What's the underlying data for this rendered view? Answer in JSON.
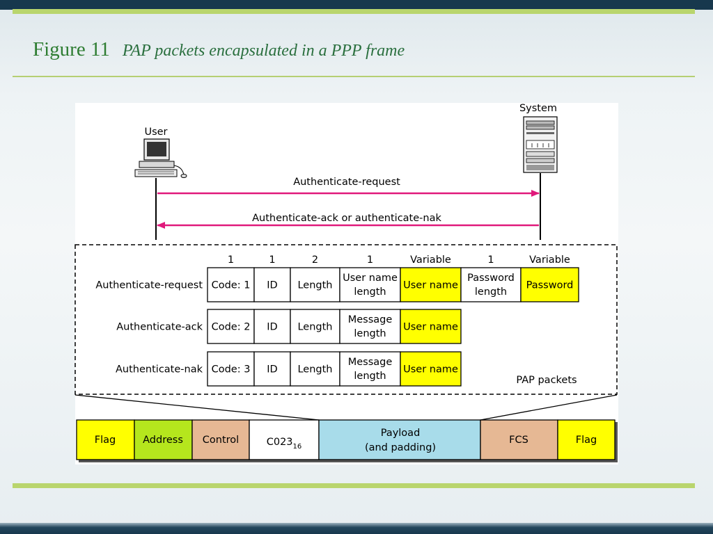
{
  "title": {
    "figure": "Figure 11",
    "caption": "PAP packets encapsulated in a PPP frame"
  },
  "actors": {
    "user": "User",
    "system": "System"
  },
  "messages": {
    "request": "Authenticate-request",
    "response": "Authenticate-ack or authenticate-nak"
  },
  "packet_sizes": [
    "1",
    "1",
    "2",
    "1",
    "Variable",
    "1",
    "Variable"
  ],
  "packets": {
    "request": {
      "label": "Authenticate-request",
      "fields": [
        "Code: 1",
        "ID",
        "Length",
        "User name|length",
        "User name",
        "Password|length",
        "Password"
      ]
    },
    "ack": {
      "label": "Authenticate-ack",
      "fields": [
        "Code: 2",
        "ID",
        "Length",
        "Message|length",
        "User name"
      ]
    },
    "nak": {
      "label": "Authenticate-nak",
      "fields": [
        "Code: 3",
        "ID",
        "Length",
        "Message|length",
        "User name"
      ]
    }
  },
  "pap_label": "PAP packets",
  "frame": {
    "flag": "Flag",
    "address": "Address",
    "control": "Control",
    "protocol": "C023",
    "protocol_sub": "16",
    "payload_line1": "Payload",
    "payload_line2": "(and padding)",
    "fcs": "FCS",
    "flag_end": "Flag"
  },
  "colors": {
    "arrow": "#e0197b",
    "highlight": "#ffff00",
    "address": "#b5e61d",
    "control": "#e6b894",
    "payload": "#a8dcea",
    "fcs": "#e6b894",
    "title": "#2e7d32"
  }
}
